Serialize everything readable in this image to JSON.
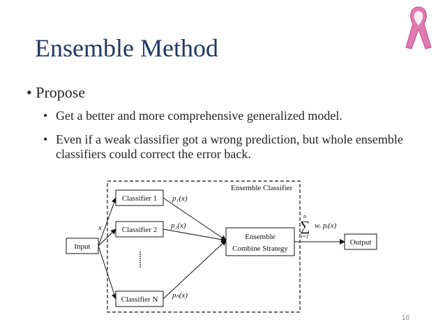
{
  "slide": {
    "title": "Ensemble Method",
    "bullet_level1": "Propose",
    "bullets_level2": [
      "Get a better and more comprehensive generalized model.",
      "Even if a weak classifier got a wrong prediction, but whole ensemble classifiers could correct the error back."
    ],
    "page_number": "16",
    "bullet_char": "•"
  },
  "diagram": {
    "container_label": "Ensemble Classifier",
    "input_label": "Input",
    "input_var": "x",
    "classifiers": [
      "Classifier 1",
      "Classifier 2",
      "Classifier N"
    ],
    "probabilities": [
      "p₁(x)",
      "p₂(x)",
      "pₙ(x)"
    ],
    "combiner_line1": "Ensemble",
    "combiner_line2": "Combine Strategy",
    "sum_symbol": "∑",
    "sum_upper": "n",
    "sum_lower": "i=1",
    "sum_term": "wᵢ pᵢ(x)",
    "output_label": "Output"
  },
  "colors": {
    "title": "#1f3864",
    "ribbon": "#e07ab0",
    "ribbon_dark": "#c14b8a"
  },
  "icons": {
    "ribbon": "pink-awareness-ribbon-icon"
  }
}
